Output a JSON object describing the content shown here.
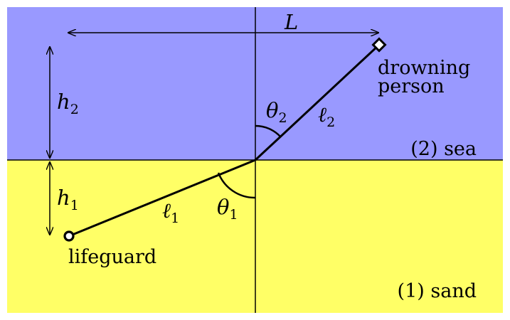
{
  "colors": {
    "sea": "#9999ff",
    "sand": "#ffff66",
    "ink": "#000000"
  },
  "labels": {
    "distance": "L",
    "height_sea": "h",
    "height_sea_sub": "2",
    "height_sand": "h",
    "height_sand_sub": "1",
    "path_sea": "ℓ",
    "path_sea_sub": "2",
    "path_sand": "ℓ",
    "path_sand_sub": "1",
    "angle_sea": "θ",
    "angle_sea_sub": "2",
    "angle_sand": "θ",
    "angle_sand_sub": "1",
    "target_line1": "drowning",
    "target_line2": "person",
    "start": "lifeguard",
    "region_sea": "(2) sea",
    "region_sand": "(1) sand"
  }
}
